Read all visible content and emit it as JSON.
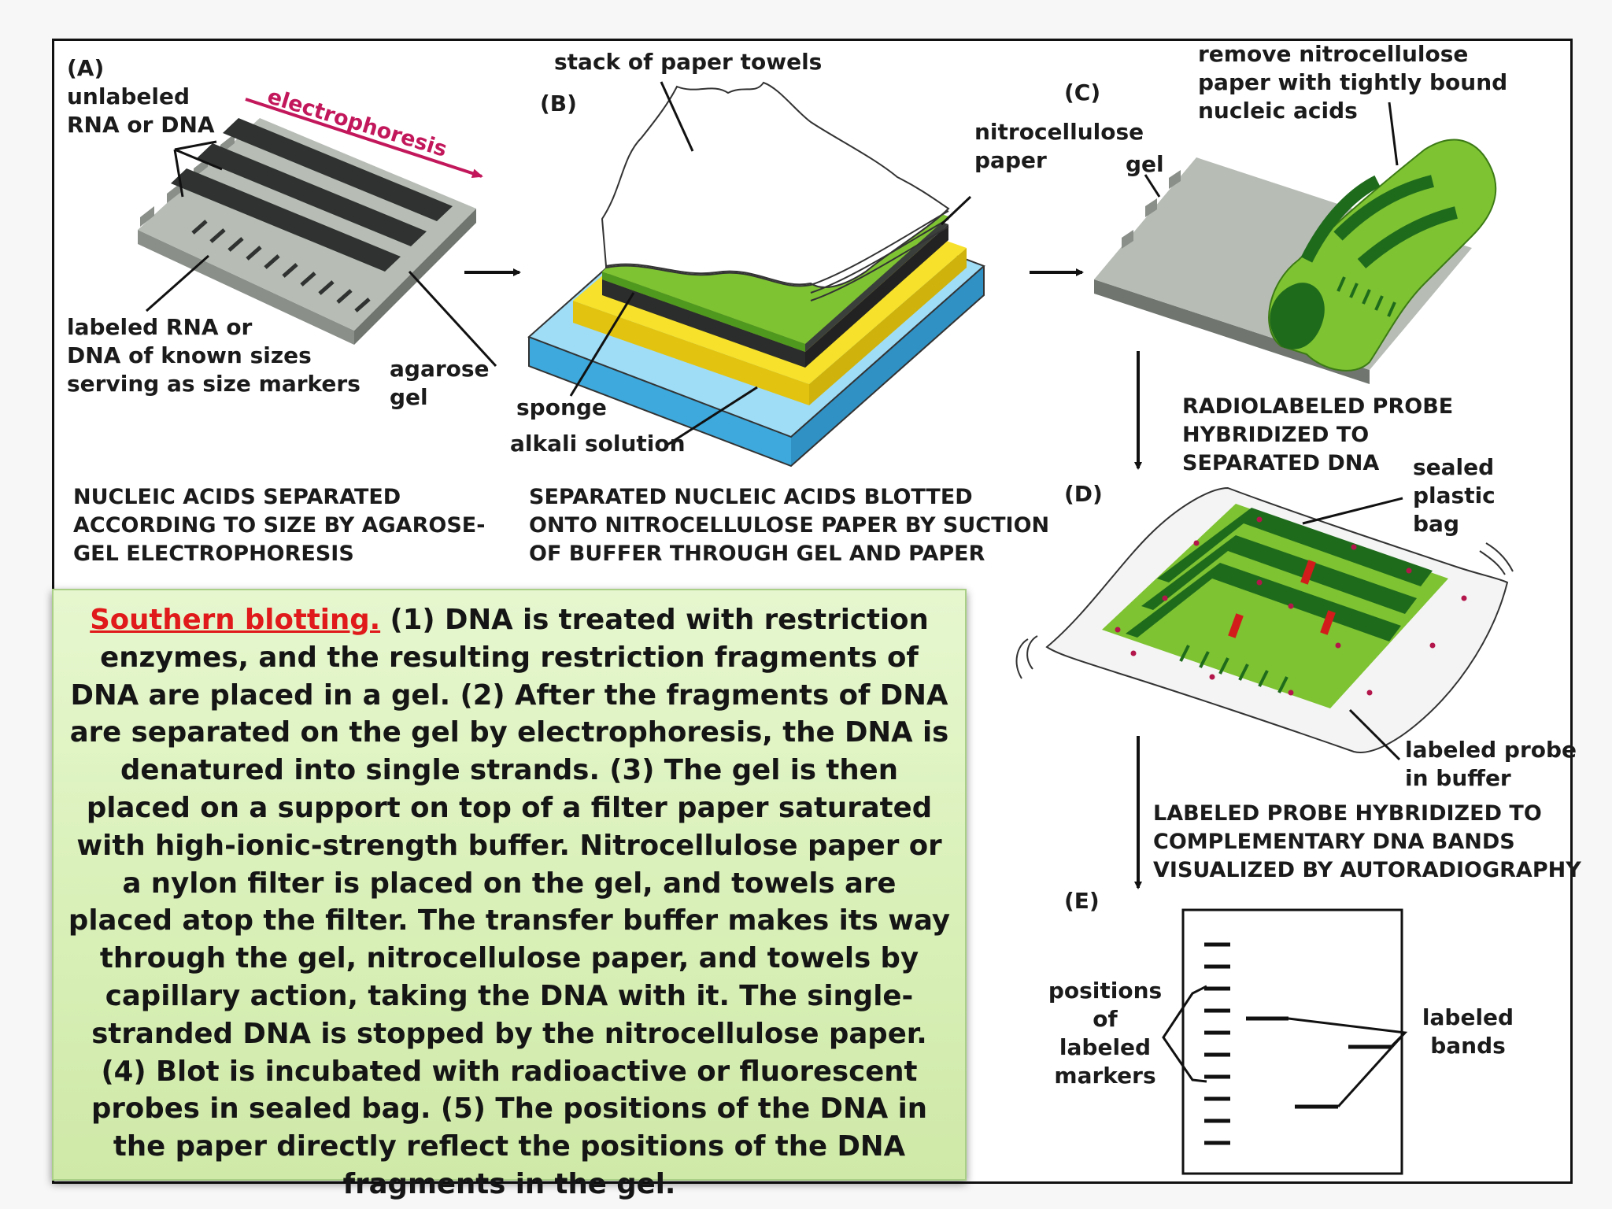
{
  "panels": {
    "a": {
      "tag": "(A)",
      "unlabeled_1": "unlabeled",
      "unlabeled_2": "RNA or DNA",
      "electrophoresis": "electrophoresis",
      "labeled_1": "labeled RNA or",
      "labeled_2": "DNA of known sizes",
      "labeled_3": "serving as size markers",
      "agarose_1": "agarose",
      "agarose_2": "gel",
      "caption_1": "NUCLEIC ACIDS SEPARATED",
      "caption_2": "ACCORDING TO SIZE BY AGAROSE-",
      "caption_3": "GEL ELECTROPHORESIS"
    },
    "b": {
      "tag": "(B)",
      "towels": "stack of paper towels",
      "sponge": "sponge",
      "alkali": "alkali solution",
      "caption_1": "SEPARATED NUCLEIC ACIDS BLOTTED",
      "caption_2": "ONTO NITROCELLULOSE PAPER BY SUCTION",
      "caption_3": "OF BUFFER THROUGH GEL AND PAPER"
    },
    "c": {
      "tag": "(C)",
      "remove_1": "remove nitrocellulose",
      "remove_2": "paper with tightly bound",
      "remove_3": "nucleic acids",
      "nitro_1": "nitrocellulose",
      "nitro_2": "paper",
      "gel": "gel",
      "step_1": "RADIOLABELED PROBE",
      "step_2": "HYBRIDIZED TO",
      "step_3": "SEPARATED DNA"
    },
    "d": {
      "tag": "(D)",
      "bag_1": "sealed",
      "bag_2": "plastic",
      "bag_3": "bag",
      "probe_1": "labeled probe",
      "probe_2": "in buffer",
      "step_1": "LABELED PROBE HYBRIDIZED TO",
      "step_2": "COMPLEMENTARY DNA BANDS",
      "step_3": "VISUALIZED BY AUTORADIOGRAPHY"
    },
    "e": {
      "tag": "(E)",
      "markers_1": "positions",
      "markers_2": "of",
      "markers_3": "labeled",
      "markers_4": "markers",
      "bands_1": "labeled",
      "bands_2": "bands"
    }
  },
  "caption": {
    "heading": "Southern blotting.",
    "body": " (1) DNA is treated with restriction enzymes, and the resulting restriction fragments of DNA are placed in a gel. (2) After the fragments of DNA are separated on the gel by electrophoresis, the DNA  is denatured into single strands. (3) The gel is then placed on a support on top of a filter paper saturated with high-ionic-strength buffer. Nitrocellulose paper or a nylon filter is placed on the gel, and towels are placed atop the filter. The transfer buffer makes its way through the gel, nitrocellulose paper, and towels by capillary action, taking the DNA with it. The single-stranded DNA is stopped by the nitrocellulose paper. (4) Blot  is incubated with radioactive or fluorescent probes in sealed bag. (5) The positions of the DNA in the paper directly reflect the positions of the DNA fragments in the gel."
  },
  "colors": {
    "gel_top": "#b7bcb5",
    "gel_side": "#8a8f89",
    "lane_dark": "#2f3230",
    "nitrocellulose_green": "#7ec332",
    "dark_green": "#1f6b1c",
    "sponge_yellow": "#f7e12b",
    "solution_blue": "#56c2ef",
    "electrophoresis_red": "#c2185b",
    "caption_heading_red": "#e0191a",
    "caption_bg": "#d9f0b8"
  }
}
